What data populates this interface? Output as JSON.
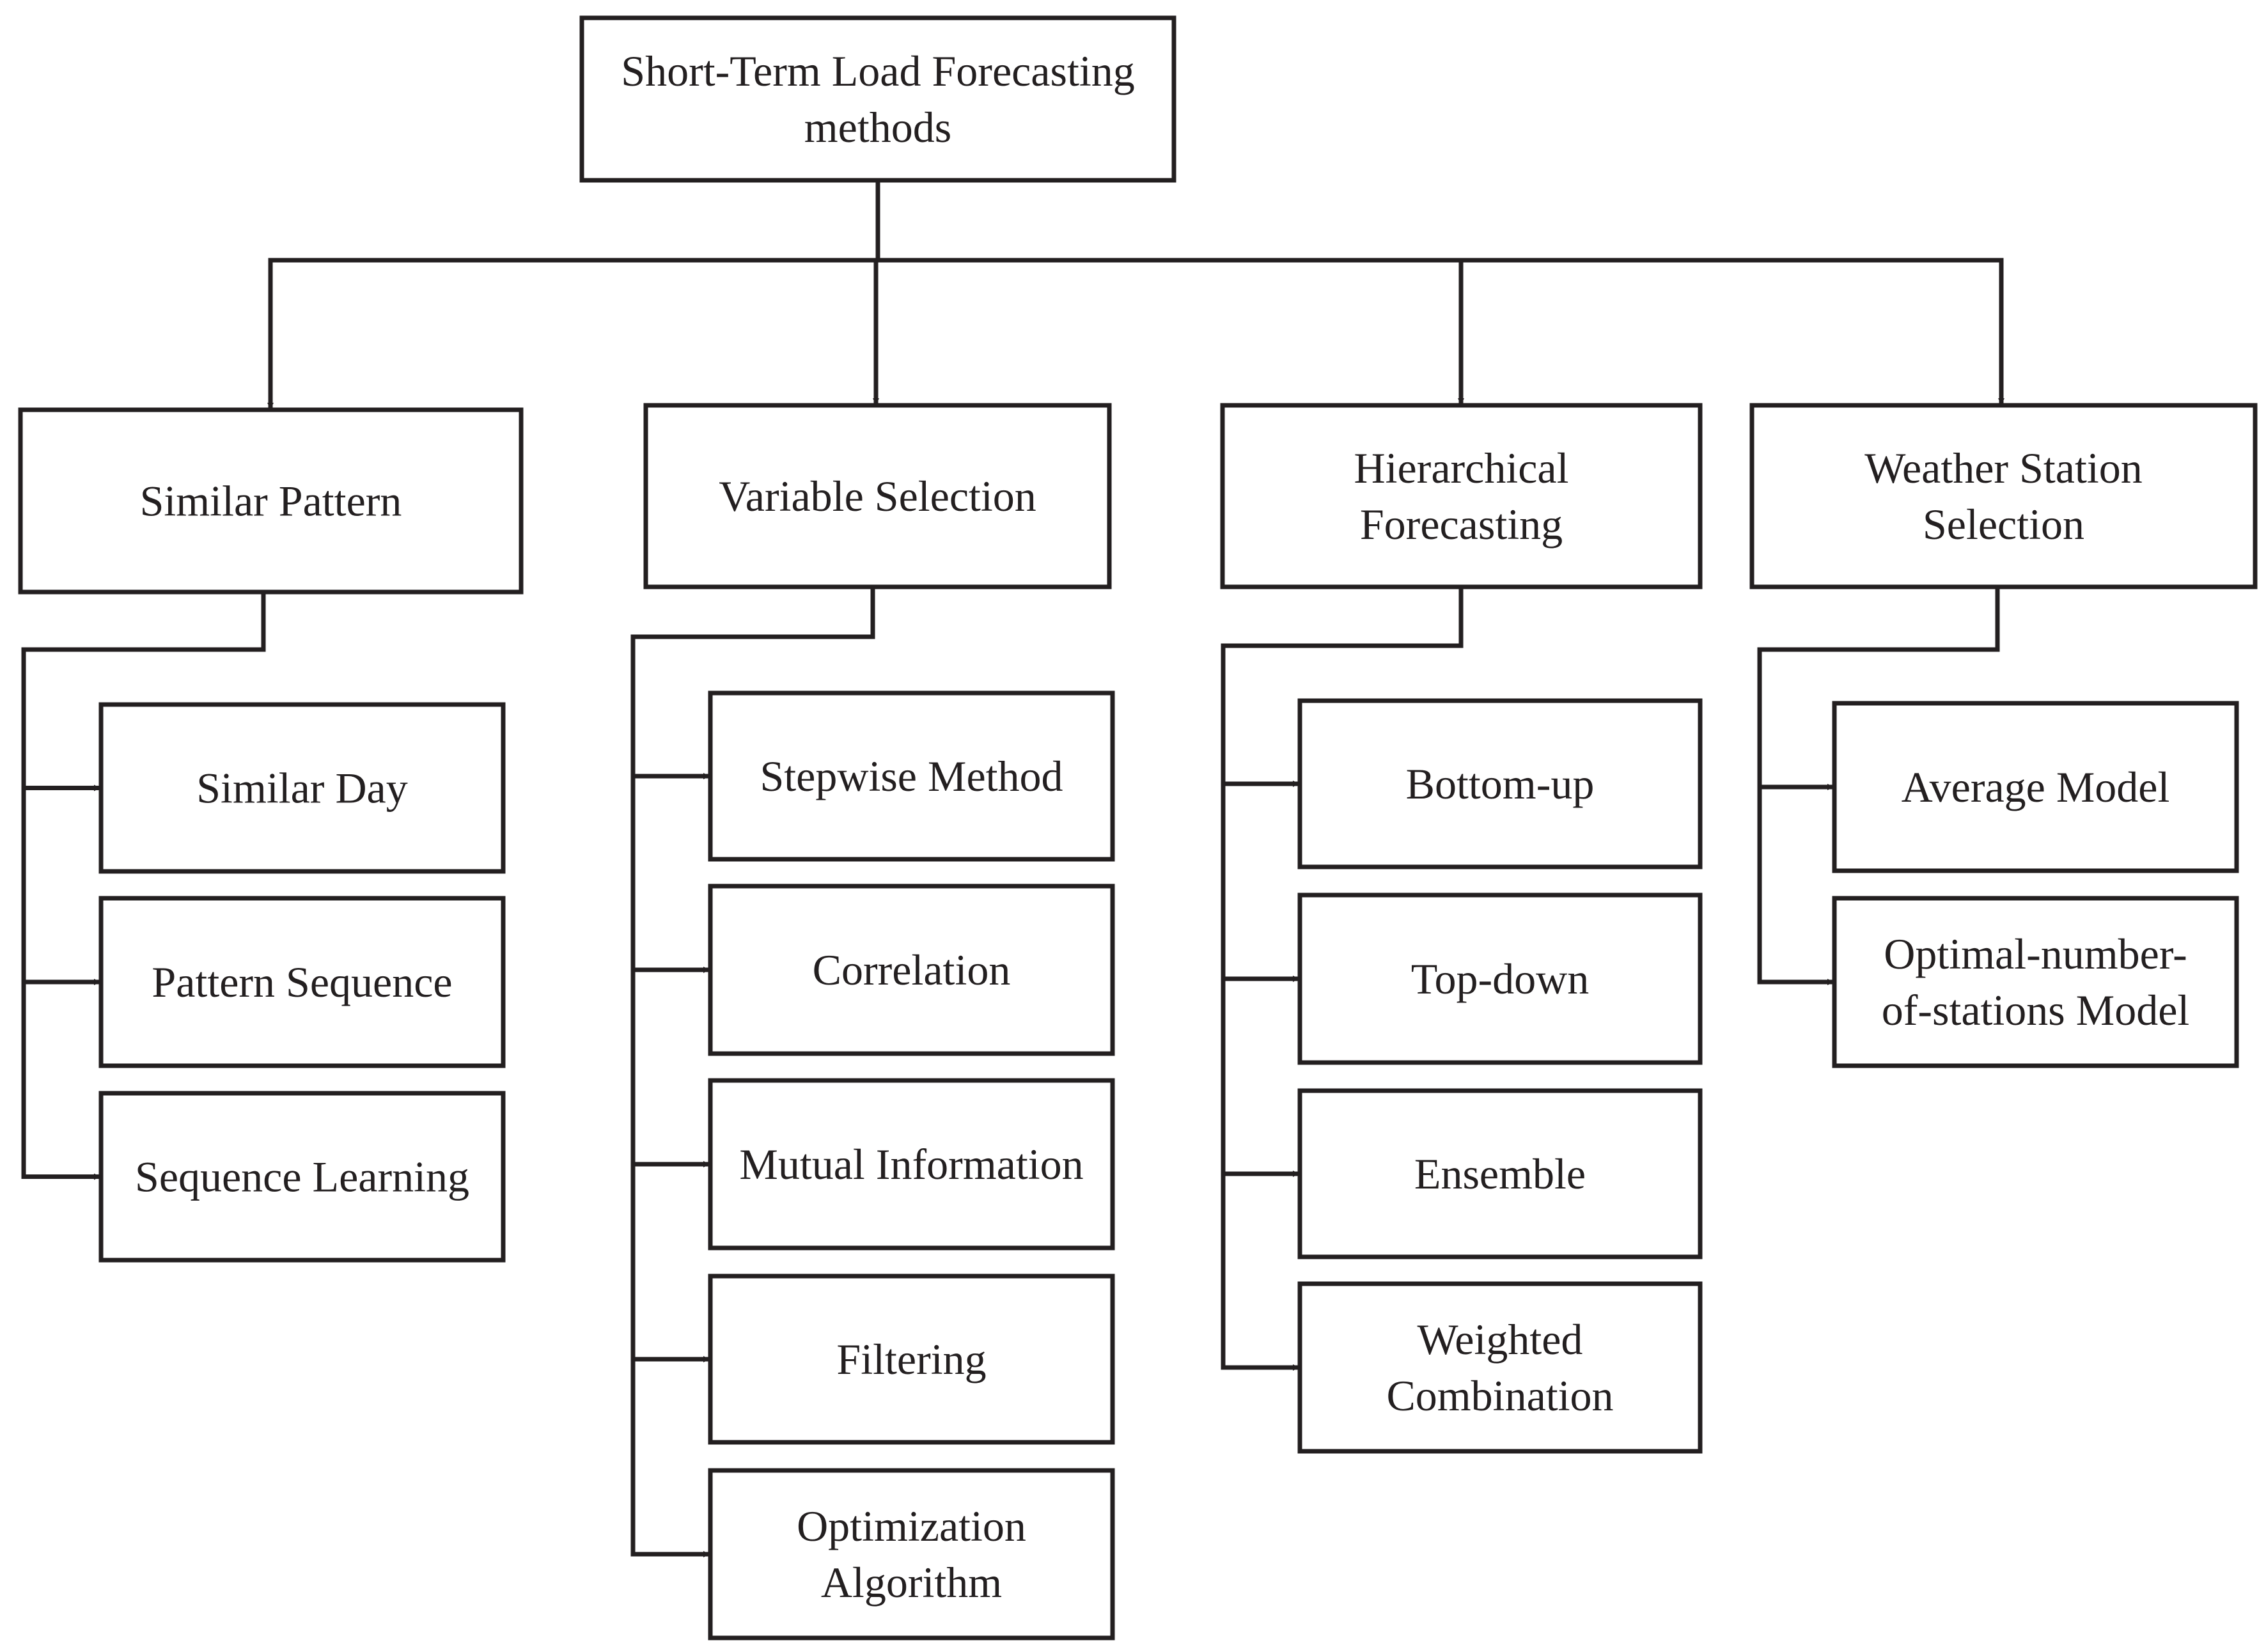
{
  "root": {
    "label_lines": [
      "Short-Term Load Forecasting",
      "methods"
    ]
  },
  "categories": [
    {
      "id": "similar-pattern",
      "label_lines": [
        "Similar Pattern"
      ],
      "children": [
        {
          "id": "similar-day",
          "label_lines": [
            "Similar Day"
          ]
        },
        {
          "id": "pattern-sequence",
          "label_lines": [
            "Pattern Sequence"
          ]
        },
        {
          "id": "sequence-learning",
          "label_lines": [
            "Sequence Learning"
          ]
        }
      ]
    },
    {
      "id": "variable-selection",
      "label_lines": [
        "Variable Selection"
      ],
      "children": [
        {
          "id": "stepwise-method",
          "label_lines": [
            "Stepwise Method"
          ]
        },
        {
          "id": "correlation",
          "label_lines": [
            "Correlation"
          ]
        },
        {
          "id": "mutual-information",
          "label_lines": [
            "Mutual Information"
          ]
        },
        {
          "id": "filtering",
          "label_lines": [
            "Filtering"
          ]
        },
        {
          "id": "optimization-algorithm",
          "label_lines": [
            "Optimization",
            "Algorithm"
          ]
        }
      ]
    },
    {
      "id": "hierarchical-forecasting",
      "label_lines": [
        "Hierarchical",
        "Forecasting"
      ],
      "children": [
        {
          "id": "bottom-up",
          "label_lines": [
            "Bottom-up"
          ]
        },
        {
          "id": "top-down",
          "label_lines": [
            "Top-down"
          ]
        },
        {
          "id": "ensemble",
          "label_lines": [
            "Ensemble"
          ]
        },
        {
          "id": "weighted-combination",
          "label_lines": [
            "Weighted",
            "Combination"
          ]
        }
      ]
    },
    {
      "id": "weather-station-selection",
      "label_lines": [
        "Weather Station",
        "Selection"
      ],
      "children": [
        {
          "id": "average-model",
          "label_lines": [
            "Average Model"
          ]
        },
        {
          "id": "optimal-number-of-stations-model",
          "label_lines": [
            "Optimal-number-",
            "of-stations Model"
          ]
        }
      ]
    }
  ]
}
